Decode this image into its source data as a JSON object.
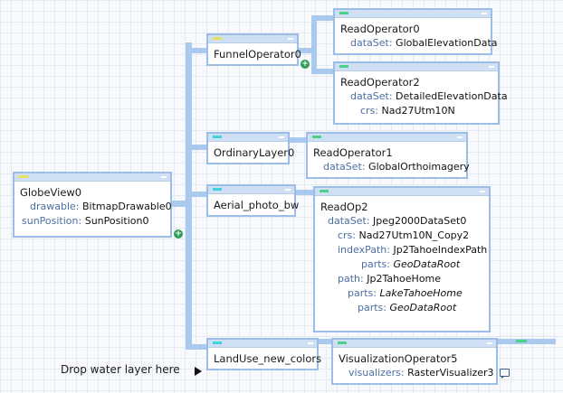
{
  "colors": {
    "wire": "#a9c9ef",
    "node_border": "#9cbde6",
    "tag_yellow": "#e8e25a",
    "tag_cyan": "#3fd3df",
    "tag_green": "#4cd08a",
    "plus": "#2f9c59"
  },
  "icons": {
    "plus": "+",
    "comment": "comment-icon",
    "arrow": "right-triangle-icon"
  },
  "nodes": {
    "globe_view": {
      "title": "GlobeView0",
      "props": [
        {
          "key": "drawable:",
          "value": "BitmapDrawable0"
        },
        {
          "key": "sunPosition:",
          "value": "SunPosition0"
        }
      ]
    },
    "funnel_operator": {
      "title": "FunnelOperator0"
    },
    "read_operator0": {
      "title": "ReadOperator0",
      "props": [
        {
          "key": "dataSet:",
          "value": "GlobalElevationData"
        }
      ]
    },
    "read_operator2": {
      "title": "ReadOperator2",
      "props": [
        {
          "key": "dataSet:",
          "value": "DetailedElevationData"
        },
        {
          "key": "crs:",
          "value": "Nad27Utm10N"
        }
      ]
    },
    "ordinary_layer": {
      "title": "OrdinaryLayer0"
    },
    "read_operator1": {
      "title": "ReadOperator1",
      "props": [
        {
          "key": "dataSet:",
          "value": "GlobalOrthoimagery"
        }
      ]
    },
    "aerial_photo": {
      "title": "Aerial_photo_bw"
    },
    "read_op2": {
      "title": "ReadOp2",
      "props": [
        {
          "key": "dataSet:",
          "value": "Jpeg2000DataSet0"
        },
        {
          "key": "crs:",
          "value": "Nad27Utm10N_Copy2"
        },
        {
          "key": "indexPath:",
          "value": "Jp2TahoeIndexPath"
        },
        {
          "key": "parts:",
          "value": "GeoDataRoot"
        },
        {
          "key": "path:",
          "value": "Jp2TahoeHome"
        },
        {
          "key": "parts:",
          "value": "LakeTahoeHome"
        },
        {
          "key": "parts:",
          "value": "GeoDataRoot"
        }
      ]
    },
    "landuse": {
      "title": "LandUse_new_colors"
    },
    "visualization_operator": {
      "title": "VisualizationOperator5",
      "props": [
        {
          "key": "visualizers:",
          "value": "RasterVisualizer3"
        }
      ]
    }
  },
  "hint": {
    "drop_text": "Drop water layer here"
  }
}
